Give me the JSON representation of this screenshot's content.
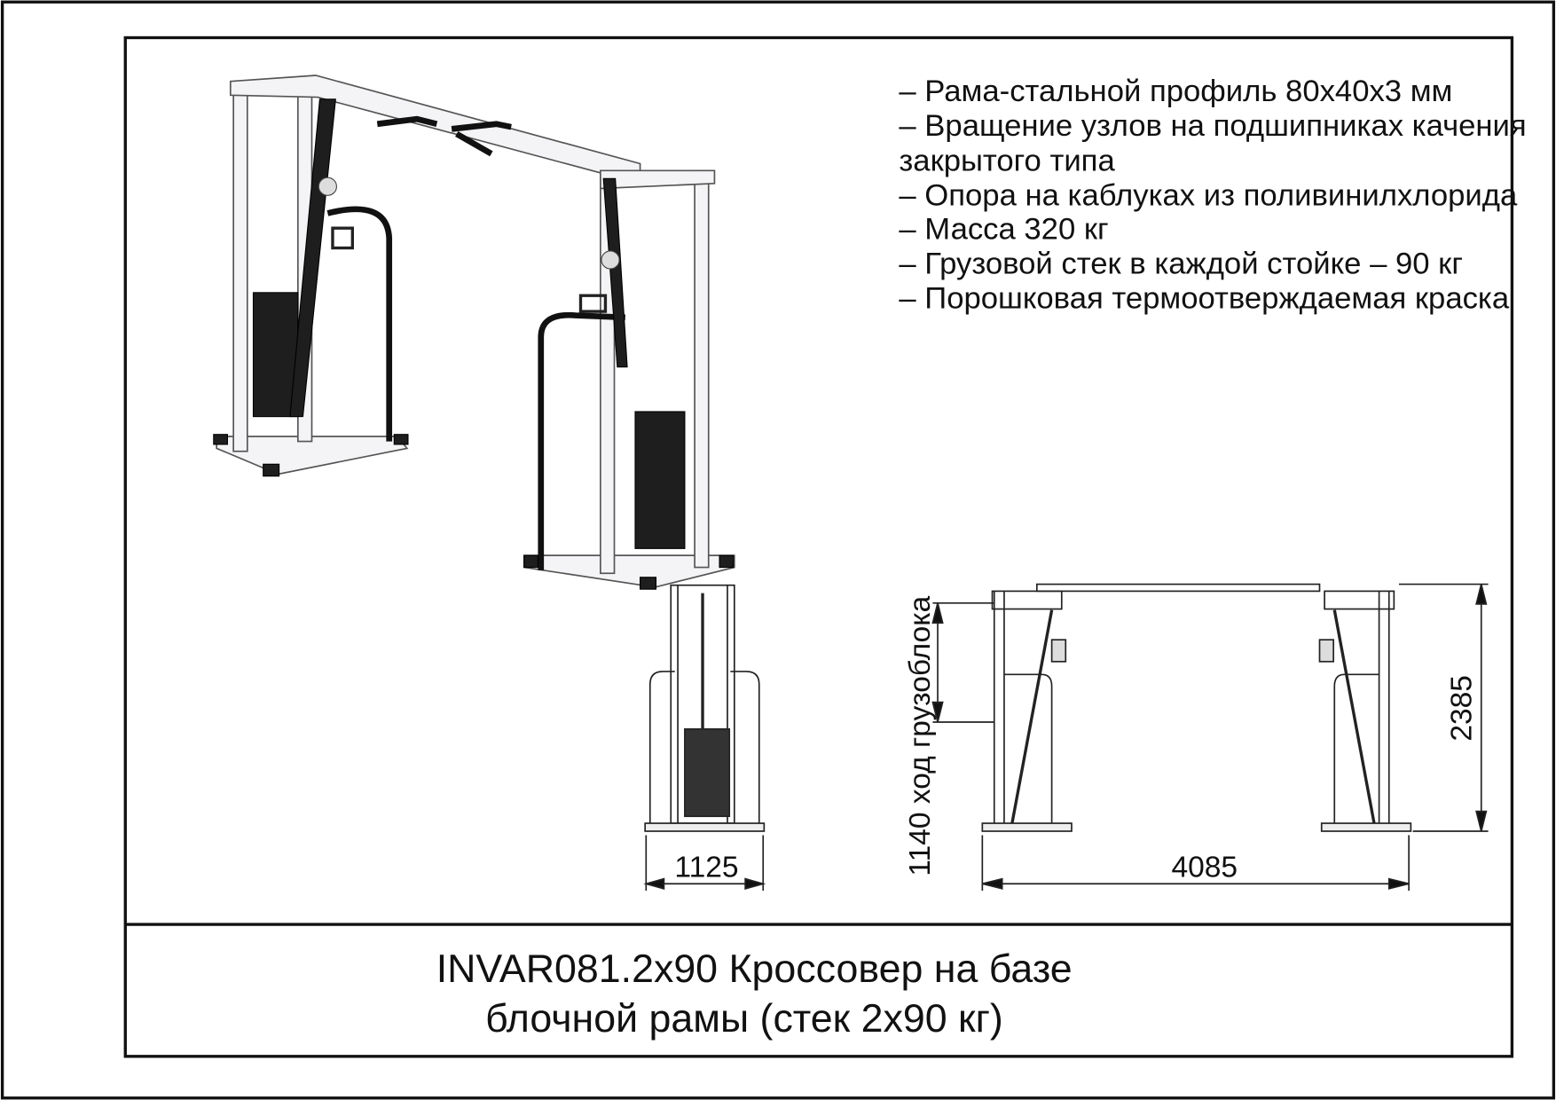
{
  "specs": [
    "– Рама-стальной профиль 80х40х3 мм",
    "– Вращение узлов на подшипниках качения",
    "закрытого типа",
    "– Опора на каблуках из поливинилхлорида",
    "– Масса 320 кг",
    "– Грузовой стек в каждой стойке – 90 кг",
    "– Порошковая термоотверждаемая краска"
  ],
  "dimensions": {
    "depth": "1125",
    "width": "4085",
    "height": "2385",
    "travel": "1140 ход грузоблока"
  },
  "title": {
    "line1": "INVAR081.2x90 Кроссовер на базе",
    "line2": "блочной рамы (стек 2x90 кг)"
  }
}
